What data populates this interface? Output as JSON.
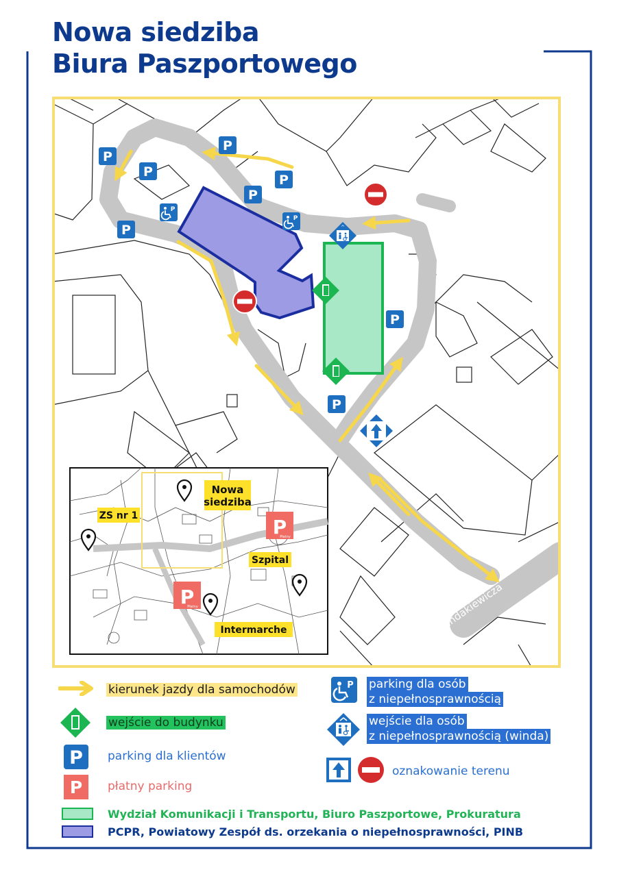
{
  "title": {
    "line1": "Nowa siedziba",
    "line2": "Biura Paszportowego"
  },
  "colors": {
    "navy": "#0d3a8c",
    "frame_yellow": "#f6dd74",
    "road_gray": "#c6c6c6",
    "arrow_yellow": "#f6d64a",
    "parking_blue": "#1f6fc0",
    "paid_parking_red": "#ef6b63",
    "green_building": "#a9e8c6",
    "green_outline": "#1bb552",
    "purple_building": "#9d9be3",
    "purple_outline": "#1b2ea0",
    "no_entry_red": "#d42c2c"
  },
  "map": {
    "street_label": "ul. Windakiewicza",
    "icons": [
      "parking-icon",
      "disabled-parking-icon",
      "entrance-icon",
      "accessible-entrance-icon",
      "no-entry-icon",
      "one-way-up-icon",
      "driving-direction-arrow"
    ]
  },
  "inset": {
    "labels": {
      "nowa_siedziba_1": "Nowa",
      "nowa_siedziba_2": "siedziba",
      "zs": "ZS nr 1",
      "szpital": "Szpital",
      "intermarche": "Intermarche"
    },
    "paid_parking_caption": "Płatny"
  },
  "legend": {
    "direction": "kierunek jazdy dla samochodów",
    "entrance": "wejście do budynku",
    "parking_clients": "parking dla klientów",
    "paid_parking": "płatny parking",
    "disabled_parking_1": "parking dla osób",
    "disabled_parking_2": "z niepełnosprawnością",
    "accessible_entrance_1": "wejście dla osób",
    "accessible_entrance_2": "z niepełnosprawnością (winda)",
    "signage": "oznakowanie terenu",
    "green_area": "Wydział Komunikacji i Transportu, Biuro Paszportowe, Prokuratura",
    "purple_area": "PCPR, Powiatowy Zespół ds. orzekania o niepełnosprawności, PINB"
  }
}
